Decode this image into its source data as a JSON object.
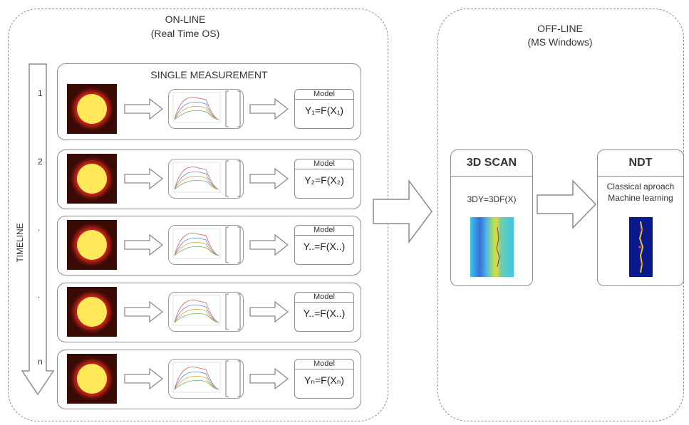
{
  "online": {
    "title": "ON-LINE",
    "subtitle": "(Real Time OS)"
  },
  "offline": {
    "title": "OFF-LINE",
    "subtitle": "(MS Windows)"
  },
  "timeline": {
    "label": "TIMELINE",
    "markers": [
      "1",
      "2",
      ".",
      ".",
      ".",
      "n"
    ]
  },
  "rows": [
    {
      "label": "1",
      "model_title": "Model",
      "equation": "Y₁=F(X₁)",
      "header": "SINGLE MEASUREMENT"
    },
    {
      "label": "2",
      "model_title": "Model",
      "equation": "Y₂=F(X₂)"
    },
    {
      "label": ".",
      "model_title": "Model",
      "equation": "Y..=F(X..)"
    },
    {
      "label": ".",
      "model_title": "Model",
      "equation": "Y..=F(X..)"
    },
    {
      "label": "n",
      "model_title": "Model",
      "equation": "Yₙ=F(Xₙ)"
    }
  ],
  "scan": {
    "title": "3D SCAN",
    "formula": "3DY=3DF(X)"
  },
  "ndt": {
    "title": "NDT",
    "line1": "Classical aproach",
    "line2": "Machine learning"
  },
  "colors": {
    "border": "#8c8c8c",
    "thermal_bg": "#3a0a05",
    "thermal_core": "#ffe95a",
    "heatmap": "#30c8e8",
    "ndt_bg": "#0a1a8c"
  }
}
